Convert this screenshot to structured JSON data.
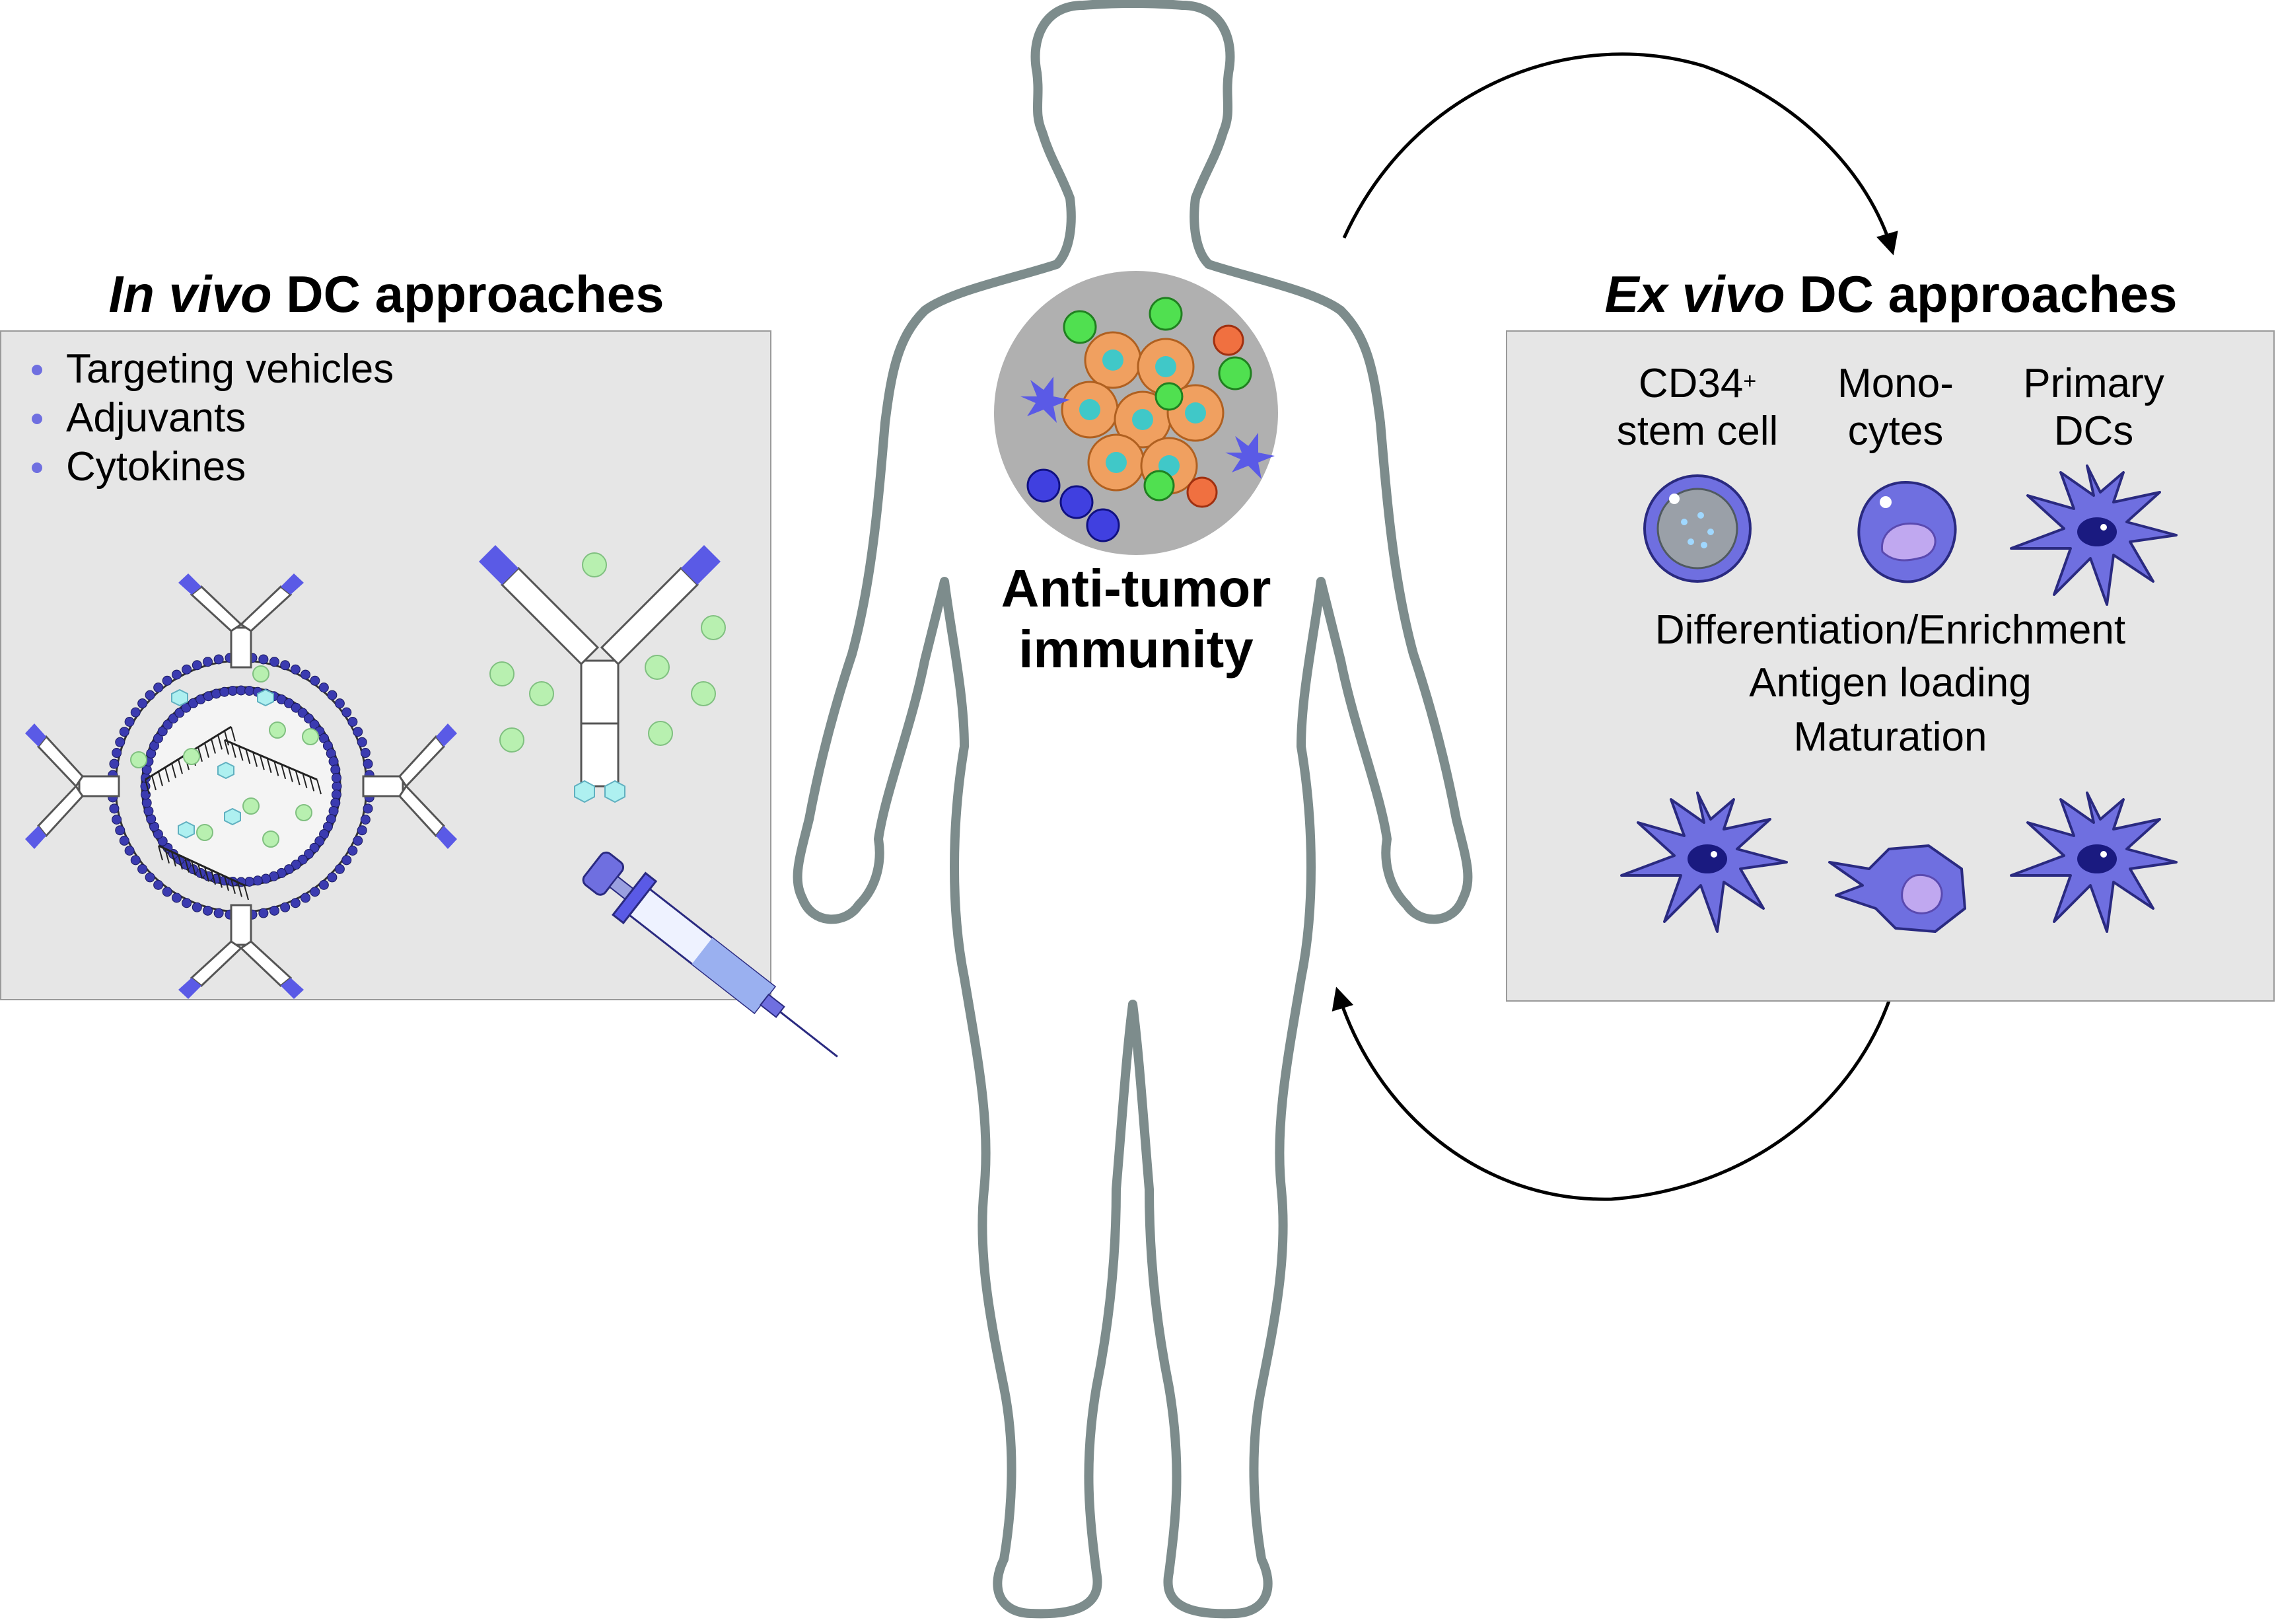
{
  "left": {
    "title_italic": "In vivo",
    "title_rest": " DC approaches",
    "bullets": [
      "Targeting vehicles",
      "Adjuvants",
      "Cytokines"
    ]
  },
  "right": {
    "title_italic": "Ex vivo",
    "title_rest": " DC approaches",
    "cell_types": [
      {
        "line1": "CD34",
        "sup": "+",
        "line2": "stem cell"
      },
      {
        "line1": "Mono-",
        "line2": "cytes"
      },
      {
        "line1": "Primary",
        "line2": "DCs"
      }
    ],
    "steps": [
      "Differentiation/Enrichment",
      "Antigen loading",
      "Maturation"
    ]
  },
  "center": {
    "label_line1": "Anti-tumor",
    "label_line2": "immunity"
  },
  "colors": {
    "body_outline": "#7d8c8c",
    "panel_bg": "#e6e6e6",
    "dc_blue": "#5a5ae6",
    "bead_green": "#b8f0b0",
    "tumor_orange": "#f0a060"
  }
}
